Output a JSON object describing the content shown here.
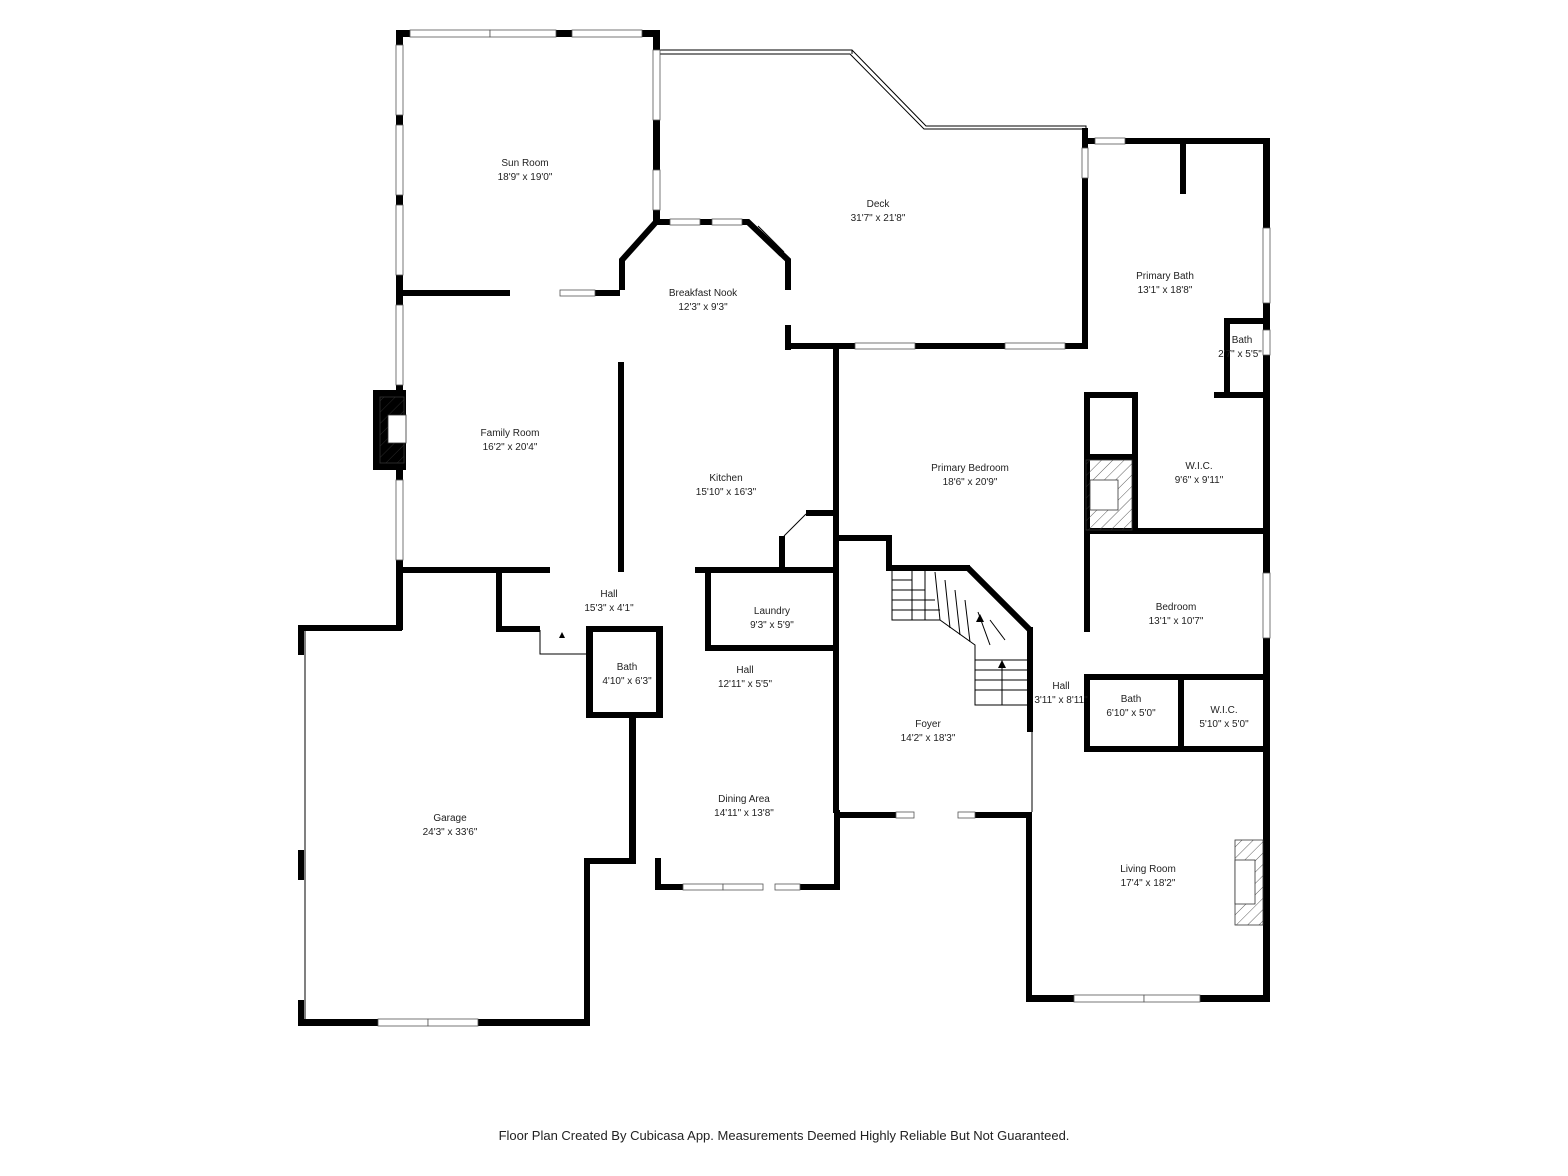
{
  "rooms": [
    {
      "id": "sun-room",
      "name": "Sun Room",
      "size": "18'9\" x 19'0\""
    },
    {
      "id": "deck",
      "name": "Deck",
      "size": "31'7\" x 21'8\""
    },
    {
      "id": "primary-bath",
      "name": "Primary Bath",
      "size": "13'1\" x 18'8\""
    },
    {
      "id": "bath-small",
      "name": "Bath",
      "size": "2'7\" x 5'5\""
    },
    {
      "id": "breakfast-nook",
      "name": "Breakfast Nook",
      "size": "12'3\" x 9'3\""
    },
    {
      "id": "family-room",
      "name": "Family Room",
      "size": "16'2\" x 20'4\""
    },
    {
      "id": "kitchen",
      "name": "Kitchen",
      "size": "15'10\" x 16'3\""
    },
    {
      "id": "primary-bedroom",
      "name": "Primary Bedroom",
      "size": "18'6\" x 20'9\""
    },
    {
      "id": "wic-primary",
      "name": "W.I.C.",
      "size": "9'6\" x 9'11\""
    },
    {
      "id": "hall-1",
      "name": "Hall",
      "size": "15'3\" x 4'1\""
    },
    {
      "id": "laundry",
      "name": "Laundry",
      "size": "9'3\" x 5'9\""
    },
    {
      "id": "bedroom",
      "name": "Bedroom",
      "size": "13'1\" x 10'7\""
    },
    {
      "id": "bath-hall",
      "name": "Bath",
      "size": "4'10\" x 6'3\""
    },
    {
      "id": "hall-2",
      "name": "Hall",
      "size": "12'11\" x 5'5\""
    },
    {
      "id": "hall-3",
      "name": "Hall",
      "size": "3'11\" x 8'11\""
    },
    {
      "id": "bath-bed",
      "name": "Bath",
      "size": "6'10\" x 5'0\""
    },
    {
      "id": "wic-bed",
      "name": "W.I.C.",
      "size": "5'10\" x 5'0\""
    },
    {
      "id": "foyer",
      "name": "Foyer",
      "size": "14'2\" x 18'3\""
    },
    {
      "id": "dining-area",
      "name": "Dining Area",
      "size": "14'11\" x 13'8\""
    },
    {
      "id": "garage",
      "name": "Garage",
      "size": "24'3\" x 33'6\""
    },
    {
      "id": "living-room",
      "name": "Living Room",
      "size": "17'4\" x 18'2\""
    }
  ],
  "footer": "Floor Plan Created By Cubicasa App. Measurements Deemed Highly Reliable But Not Guaranteed."
}
